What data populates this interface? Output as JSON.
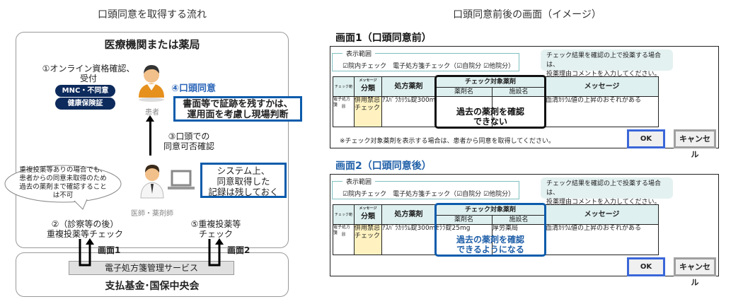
{
  "left": {
    "heading": "口頭同意を取得する流れ",
    "facility": "医療機関または薬局",
    "step1": [
      "①オンライン資格確認、",
      "受付"
    ],
    "badge1": "MNC・不同意",
    "badge2": "健康保険証",
    "patient": "患者",
    "step4": "④口頭同意",
    "note4": [
      "書面等で証跡を残すかは、",
      "運用面を考慮し現場判断"
    ],
    "step3": [
      "③口頭での",
      "同意可否確認"
    ],
    "bubble": [
      "重複投薬等ありの場合でも、",
      "患者からの同意未取得のため",
      "過去の薬剤まで確認すること",
      "は不可"
    ],
    "doctor": "医師・薬剤師",
    "system_note": [
      "システム上、",
      "同意取得した",
      "記録は残しておく"
    ],
    "step2": [
      "②（診察等の後）",
      "重複投薬等チェック"
    ],
    "step5": [
      "⑤重複投薬等",
      "チェック"
    ],
    "screen1_label": "画面1",
    "screen2_label": "画面2",
    "service": "電子処方箋管理サービス",
    "org": "支払基金･国保中央会"
  },
  "right": {
    "heading": "口頭同意前後の画面（イメージ）",
    "screens": [
      {
        "title": "画面1（口頭同意前）",
        "title_color": "#111111",
        "range_label": "表示範囲",
        "range_text": "☑院内チェック　電子処方箋チェック（☑自院分 ☑他院分）",
        "msg": [
          "チェック結果を確認の上で投薬する場合は、",
          "投薬理由コメントを入力してください。"
        ],
        "headers": {
          "check": "チェック範囲",
          "msgtype_small": "メッセージ",
          "msgtype": "分類",
          "rx": "処方薬剤",
          "target": "チェック対象薬剤",
          "drug": "薬剤名",
          "facility": "施設名",
          "message": "メッセージ"
        },
        "row": {
          "check": "電子処方箋",
          "msgtype": "併用禁忌チェック",
          "rx": "ｱｽﾊﾟﾗｶﾘｳﾑ錠300mg",
          "drug": "",
          "facility": "",
          "message": "血清ｶﾘｳﾑ値の上昇のおそれがある"
        },
        "overlay": [
          "過去の薬剤を確認",
          "できない"
        ],
        "overlay_color": "#111111",
        "highlight_color": "#111111",
        "footnote": "※チェック対象薬剤を表示する場合は、患者から同意を取得してください。",
        "ok": "OK",
        "cancel": "キャンセル"
      },
      {
        "title": "画面2（口頭同意後）",
        "title_color": "#1f5fa8",
        "range_label": "表示範囲",
        "range_text": "☑院内チェック　電子処方箋チェック（☑自院分 ☑他院分）",
        "msg": [
          "チェック結果を確認の上で投薬する場合は、",
          "投薬理由コメントを入力してください。"
        ],
        "headers": {
          "check": "チェック範囲",
          "msgtype_small": "メッセージ",
          "msgtype": "分類",
          "rx": "処方薬剤",
          "target": "チェック対象薬剤",
          "drug": "薬剤名",
          "facility": "施設名",
          "message": "メッセージ"
        },
        "row": {
          "check": "電子処方箋",
          "msgtype": "併用禁忌チェック",
          "rx": "ｱｽﾊﾟﾗｶﾘｳﾑ錠300mg",
          "drug": "ｾﾗﾗ錠25mg",
          "facility": "厚労薬局",
          "message": "血清ｶﾘｳﾑ値の上昇のおそれがある"
        },
        "overlay": [
          "過去の薬剤を確認",
          "できるようになる"
        ],
        "overlay_color": "#1f5fa8",
        "highlight_color": "#0b5bab",
        "footnote": "",
        "ok": "OK",
        "cancel": "キャンセル"
      }
    ]
  }
}
